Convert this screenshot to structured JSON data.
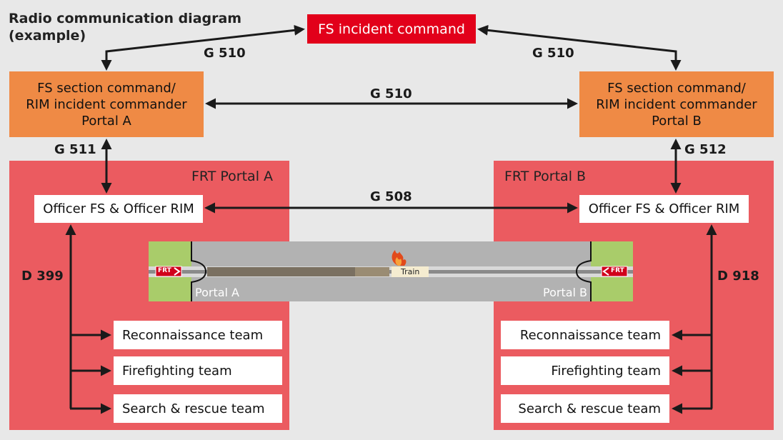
{
  "title": {
    "line1": "Radio communication diagram",
    "line2": "(example)"
  },
  "incident_command": "FS incident command",
  "section_a": {
    "line1": "FS section command/",
    "line2": "RIM incident commander",
    "line3": "Portal A"
  },
  "section_b": {
    "line1": "FS section command/",
    "line2": "RIM incident commander",
    "line3": "Portal B"
  },
  "frt_a": "FRT Portal A",
  "frt_b": "FRT Portal B",
  "officer_a": "Officer FS & Officer RIM",
  "officer_b": "Officer FS & Officer RIM",
  "channels": {
    "g510_left": "G 510",
    "g510_right": "G 510",
    "g510_middle": "G 510",
    "g511": "G 511",
    "g512": "G 512",
    "g508": "G 508",
    "d399": "D 399",
    "d918": "D 918"
  },
  "teams_a": [
    "Reconnaissance team",
    "Firefighting team",
    "Search & rescue team"
  ],
  "teams_b": [
    "Reconnaissance team",
    "Firefighting team",
    "Search & rescue team"
  ],
  "tunnel": {
    "portal_a": "Portal A",
    "portal_b": "Portal B",
    "frt_a_sign": "FRT",
    "frt_b_sign": "FRT",
    "train": "Train"
  },
  "colors": {
    "red": "#e2001a",
    "orange": "#ef8a45",
    "portal_area": "#eb5b60",
    "grass": "#a9cc6a",
    "tunnel": "#b2b2b2"
  }
}
